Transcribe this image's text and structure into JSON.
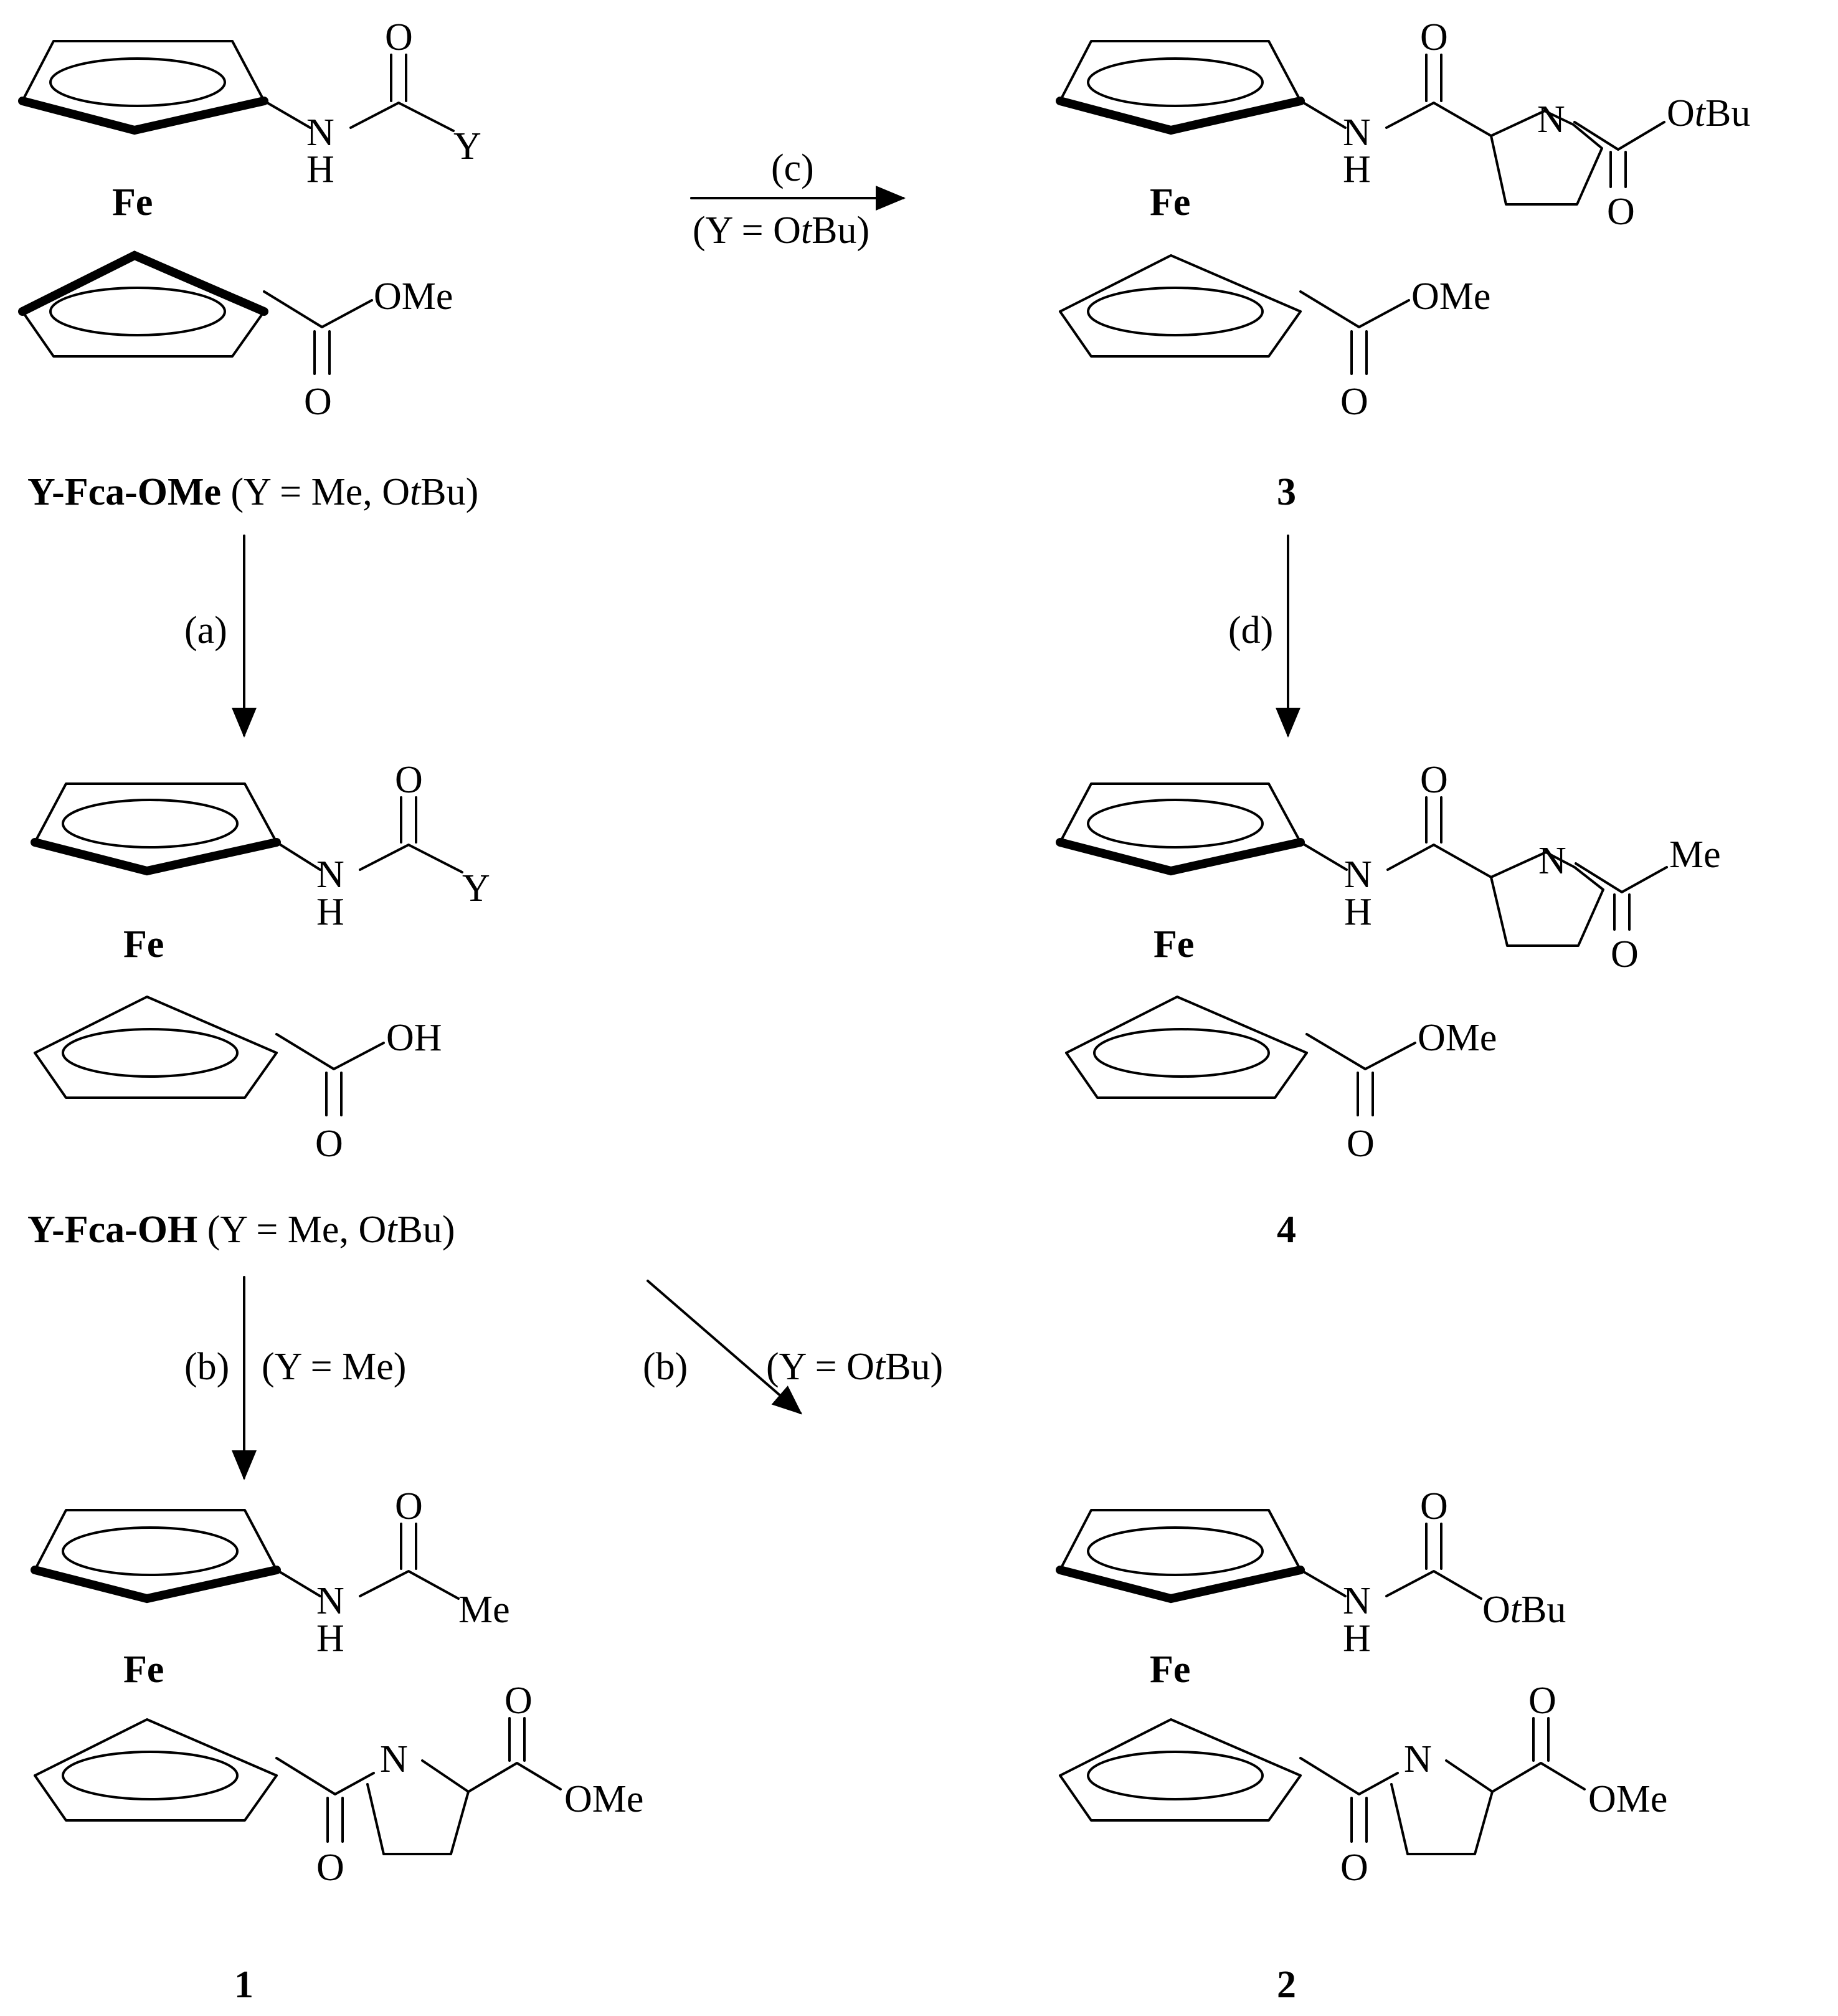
{
  "atoms": {
    "fe": "Fe",
    "o": "O",
    "n": "N",
    "h": "H",
    "y": "Y",
    "ome": "OMe",
    "oh": "OH",
    "me": "Me",
    "otbu_o": "O",
    "otbu_t": "t",
    "otbu_bu": "Bu"
  },
  "compounds": {
    "ester": {
      "bold": "Y-Fca-OMe",
      "plain_pre": " (Y = Me, O",
      "t": "t",
      "plain_post": "Bu)"
    },
    "acid": {
      "bold": "Y-Fca-OH",
      "plain_pre": " (Y = Me, O",
      "t": "t",
      "plain_post": "Bu)"
    },
    "c1": "1",
    "c2": "2",
    "c3": "3",
    "c4": "4"
  },
  "arrows": {
    "a": {
      "label": "(a)"
    },
    "b1": {
      "label": "(b)",
      "condition": "(Y = Me)"
    },
    "b2": {
      "label": "(b)",
      "condition_pre": "(Y = O",
      "condition_t": "t",
      "condition_post": "Bu)"
    },
    "c": {
      "label": "(c)",
      "condition_pre": "(Y = O",
      "condition_t": "t",
      "condition_post": "Bu)"
    },
    "d": {
      "label": "(d)"
    }
  }
}
